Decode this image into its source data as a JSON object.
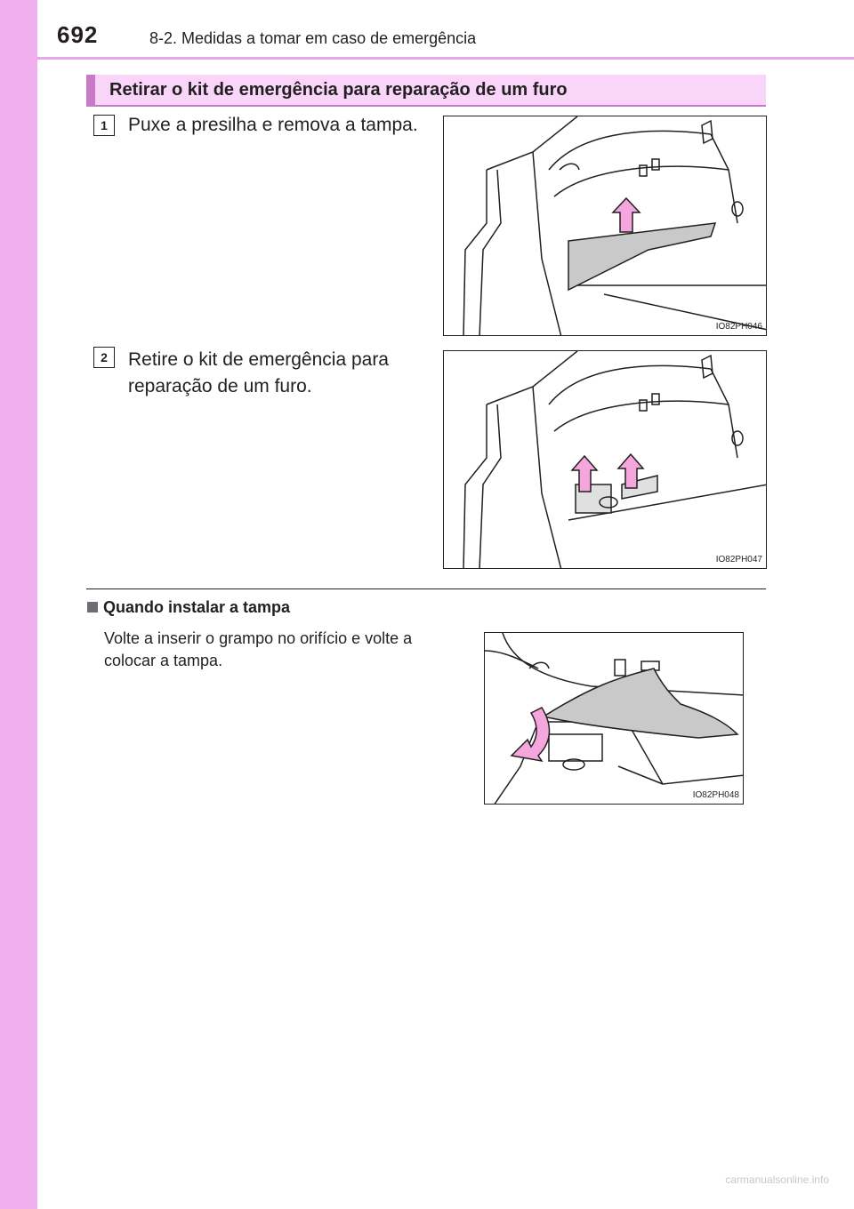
{
  "header": {
    "page_number": "692",
    "chapter": "8-2. Medidas a tomar em caso de emergência"
  },
  "section": {
    "title": "Retirar o kit de emergência para reparação de um furo"
  },
  "steps": [
    {
      "number": "1",
      "text": "Puxe a presilha e remova a tampa.",
      "figure_code": "IO82PH046"
    },
    {
      "number": "2",
      "text": "Retire o kit de emergência para reparação de um furo.",
      "figure_code": "IO82PH047"
    }
  ],
  "note": {
    "title": "Quando instalar a tampa",
    "text": "Volte a inserir o grampo no orifício e volte a colocar a tampa.",
    "figure_code": "IO82PH048"
  },
  "colors": {
    "accent_pink": "#f0b0f0",
    "section_fill": "#f9d5f9",
    "arrow_pink": "#f4a6dd"
  },
  "watermark": "carmanualsonline.info"
}
